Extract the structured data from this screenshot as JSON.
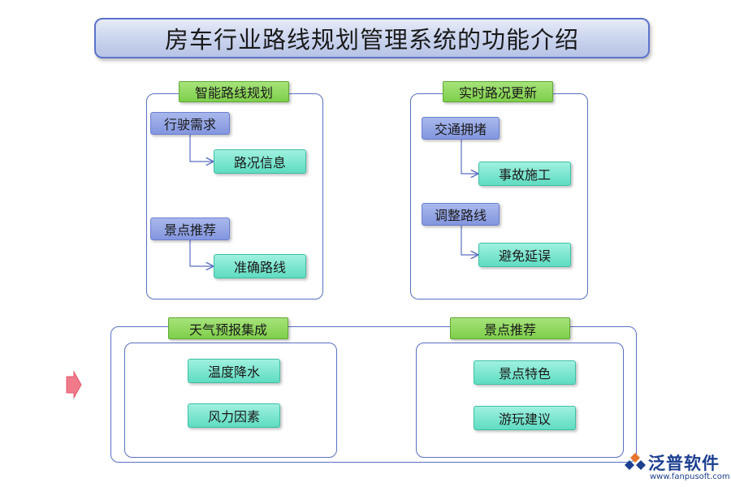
{
  "title": "房车行业路线规划管理系统的功能介绍",
  "sections": {
    "smart_route": {
      "label": "智能路线规划",
      "nodes": [
        "行驶需求",
        "路况信息",
        "景点推荐",
        "准确路线"
      ]
    },
    "realtime_traffic": {
      "label": "实时路况更新",
      "nodes": [
        "交通拥堵",
        "事故施工",
        "调整路线",
        "避免延误"
      ]
    },
    "weather": {
      "label": "天气预报集成",
      "nodes": [
        "温度降水",
        "风力因素"
      ]
    },
    "attractions": {
      "label": "景点推荐",
      "nodes": [
        "景点特色",
        "游玩建议"
      ]
    }
  },
  "logo": {
    "name": "泛普软件",
    "url": "www.fanpusoft.com"
  },
  "colors": {
    "panel_border": "#5b6fc2",
    "tag_green": "#7fcf4b",
    "node_blue": "#8396df",
    "node_teal": "#5fdcc2",
    "arrow_pink": "#f07a8a"
  }
}
